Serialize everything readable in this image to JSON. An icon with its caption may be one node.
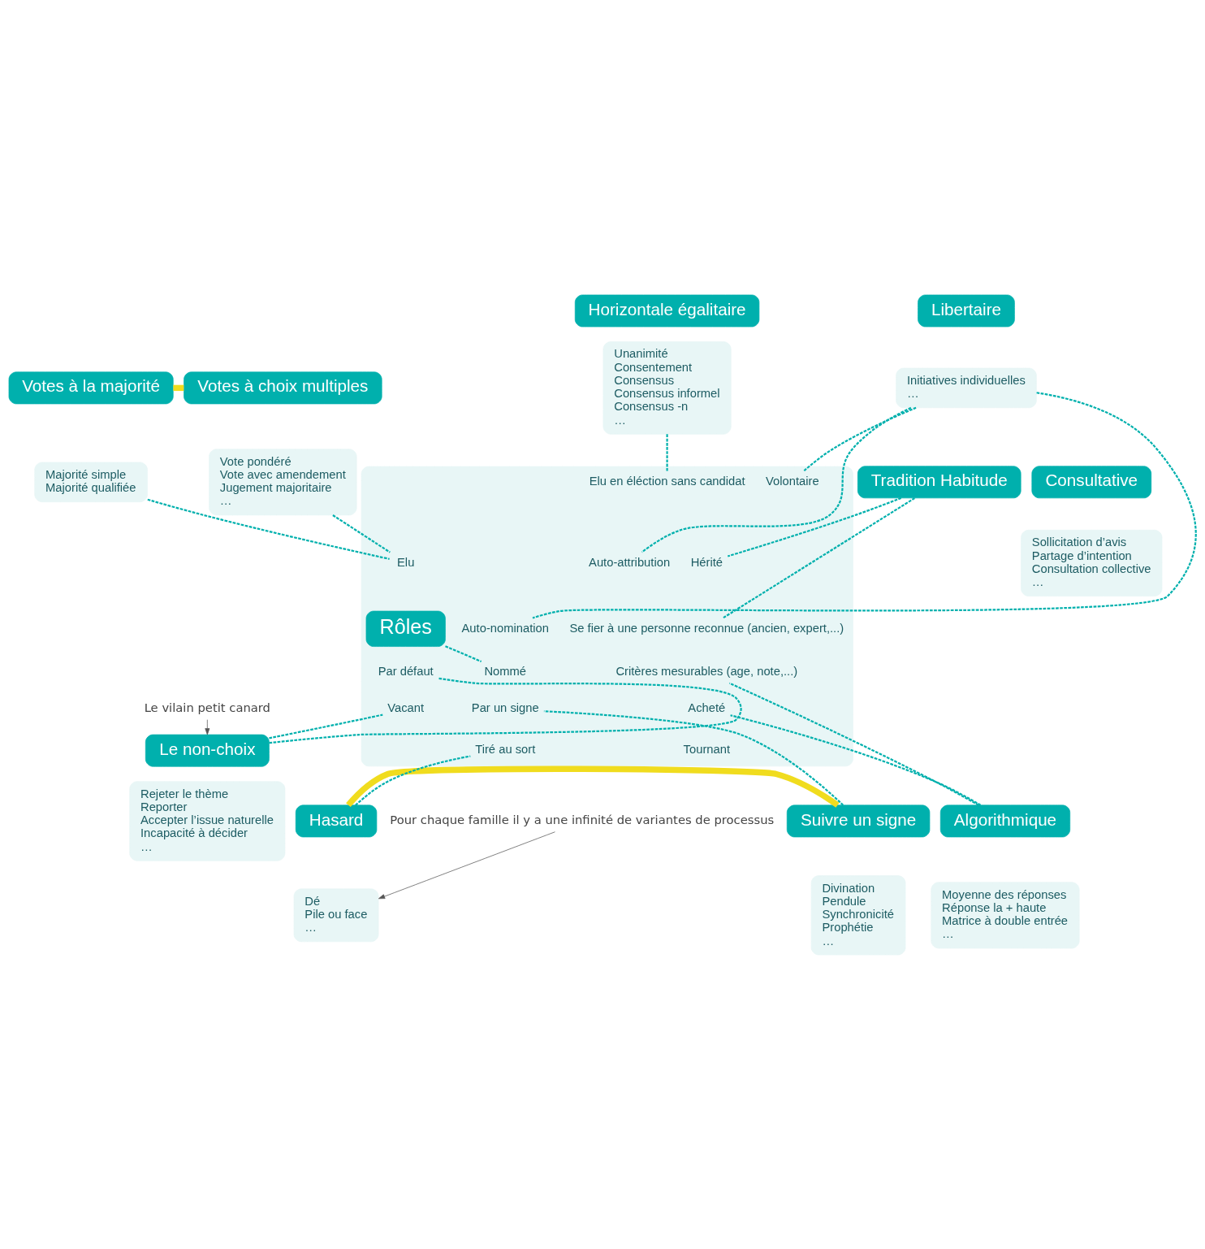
{
  "diagram": {
    "nodes": [
      {
        "text": [],
        "shape": "box"
      },
      {
        "text": [
          "Rôles"
        ],
        "in": 0
      },
      {
        "text": [
          "Elu en éléction sans candidat"
        ],
        "in": 0
      },
      {
        "text": [
          "Elu"
        ],
        "in": 0
      },
      {
        "text": [
          "Volontaire"
        ],
        "in": 0
      },
      {
        "text": [
          "Auto-attribution"
        ],
        "in": 0
      },
      {
        "text": [
          "Auto-nomination"
        ],
        "in": 0
      },
      {
        "text": [
          "Hérité"
        ],
        "in": 0
      },
      {
        "text": [
          "Se fier à une personne reconnue (ancien, expert,...)"
        ],
        "in": 0
      },
      {
        "text": [
          "Critères mesurables (age, note,...)"
        ],
        "in": 0
      },
      {
        "text": [
          "Acheté"
        ],
        "in": 0
      },
      {
        "text": [
          "Tournant"
        ],
        "in": 0
      },
      {
        "text": [
          "Nommé"
        ],
        "in": 0
      },
      {
        "text": [
          "Par défaut"
        ],
        "in": 0
      },
      {
        "text": [
          "Par un signe"
        ],
        "in": 0
      },
      {
        "text": [
          "Vacant"
        ],
        "in": 0
      },
      {
        "text": [
          "Tiré au sort"
        ],
        "in": 0
      },
      {
        "text": [
          "Horizontale égalitaire"
        ]
      },
      {
        "text": [
          "Unanimité",
          "Consentement",
          "Consensus",
          "Consensus informel",
          "Consensus -n",
          "…"
        ]
      },
      {
        "text": [
          "Votes à la majorité"
        ]
      },
      {
        "text": [
          "Majorité simple",
          "Majorité qualifiée"
        ]
      },
      {
        "text": [
          "Votes à choix multiples"
        ]
      },
      {
        "text": [
          "Vote pondéré",
          "Vote avec amendement",
          "Jugement majoritaire",
          "…"
        ]
      },
      {
        "text": [
          "Libertaire"
        ]
      },
      {
        "text": [
          "Initiatives individuelles",
          "…"
        ]
      },
      {
        "text": [
          "Tradition Habitude"
        ]
      },
      {
        "text": [
          "Consultative"
        ]
      },
      {
        "text": [
          "Sollicitation d’avis",
          "Partage d’intention",
          "Consultation collective",
          "…"
        ]
      },
      {
        "text": [
          "Algorithmique"
        ]
      },
      {
        "text": [
          "Moyenne des réponses",
          "Réponse la + haute",
          "Matrice à double entrée",
          "…"
        ]
      },
      {
        "text": [
          "Suivre un signe"
        ]
      },
      {
        "text": [
          "Divination",
          "Pendule",
          "Synchronicité",
          "Prophétie",
          "…"
        ]
      },
      {
        "text": [
          "Hasard"
        ]
      },
      {
        "text": [
          "Dé",
          "Pile ou face",
          "…"
        ]
      },
      {
        "text": [
          "Le non-choix"
        ]
      },
      {
        "text": [
          "Rejeter le thème",
          "Reporter",
          "Accepter l’issue naturelle",
          "Incapacité à décider",
          "…"
        ]
      },
      {
        "text": [
          "Le vilain petit canard"
        ]
      },
      {
        "text": [
          "Pour chaque famille il y a une infinité de variantes de processus"
        ]
      }
    ],
    "edges": [
      {
        "from": 19,
        "to": 21,
        "arrow": "none",
        "style": "thick",
        "color": "#f0dc1e"
      },
      {
        "from": 30,
        "to": 32,
        "arrow": "none",
        "style": "thick",
        "color": "#f0dc1e"
      },
      {
        "from": 18,
        "to": 2,
        "arrow": "none",
        "style": "dashed"
      },
      {
        "from": 20,
        "to": 3,
        "arrow": "none",
        "style": "dashed"
      },
      {
        "from": 22,
        "to": 3,
        "arrow": "none",
        "style": "dashed"
      },
      {
        "from": 24,
        "to": 4,
        "arrow": "none",
        "style": "dashed"
      },
      {
        "from": 24,
        "to": 5,
        "arrow": "none",
        "style": "dashed"
      },
      {
        "from": 24,
        "to": 6,
        "arrow": "none",
        "style": "dashed"
      },
      {
        "from": 25,
        "to": 7,
        "arrow": "none",
        "style": "dashed"
      },
      {
        "from": 25,
        "to": 8,
        "arrow": "none",
        "style": "dashed"
      },
      {
        "from": 28,
        "to": 9,
        "arrow": "none",
        "style": "dashed"
      },
      {
        "from": 28,
        "to": 10,
        "arrow": "none",
        "style": "dashed"
      },
      {
        "from": 1,
        "to": 12,
        "arrow": "none",
        "style": "dashed"
      },
      {
        "from": 30,
        "to": 14,
        "arrow": "none",
        "style": "dashed"
      },
      {
        "from": 32,
        "to": 16,
        "arrow": "none",
        "style": "dashed"
      },
      {
        "from": 34,
        "to": 13,
        "arrow": "none",
        "style": "dashed"
      },
      {
        "from": 34,
        "to": 15,
        "arrow": "none",
        "style": "dashed"
      },
      {
        "from": 36,
        "to": 34,
        "arrow": "to",
        "color": "#555555"
      },
      {
        "from": 37,
        "to": 33,
        "arrow": "to",
        "color": "#555555"
      }
    ]
  }
}
